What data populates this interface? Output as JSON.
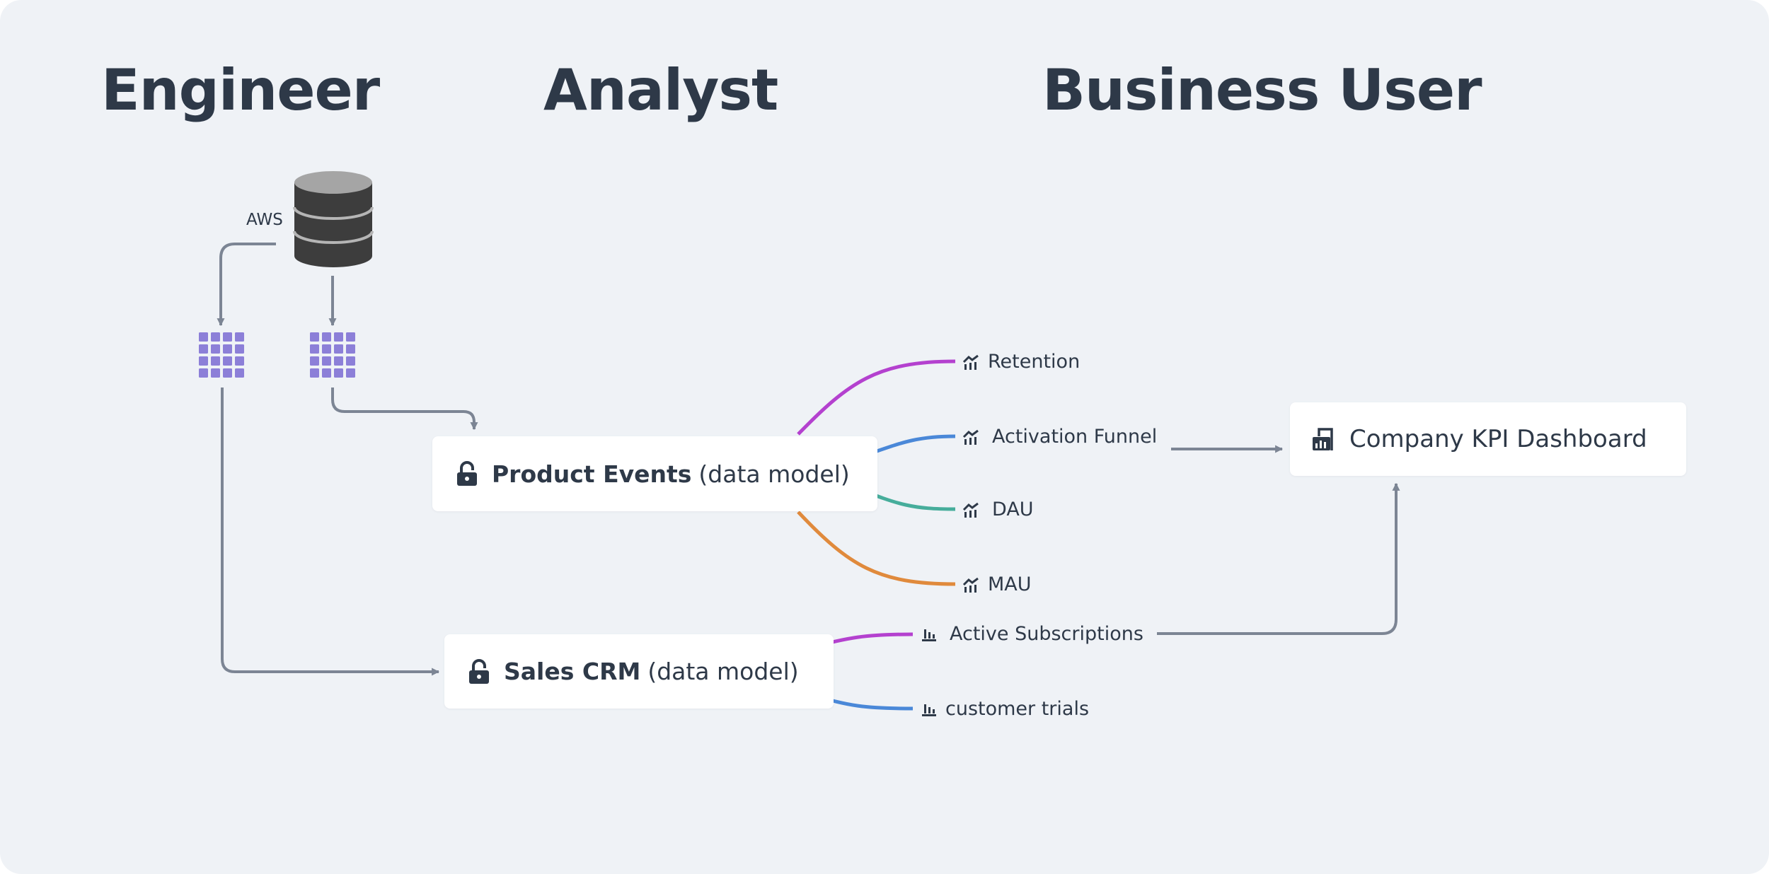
{
  "headings": {
    "engineer": "Engineer",
    "analyst": "Analyst",
    "business_user": "Business User"
  },
  "source": {
    "label": "AWS",
    "icon": "database-icon"
  },
  "tables": [
    {
      "icon": "table-grid-icon",
      "color": "#8c7fd8"
    },
    {
      "icon": "table-grid-icon",
      "color": "#8c7fd8"
    }
  ],
  "models": {
    "product_events": {
      "name": "Product Events",
      "suffix": "(data model)",
      "icon": "lock-icon"
    },
    "sales_crm": {
      "name": "Sales CRM",
      "suffix": "(data model)",
      "icon": "lock-icon"
    }
  },
  "metrics": {
    "retention": {
      "label": "Retention",
      "icon": "line-chart-icon",
      "link_color": "#b441cf"
    },
    "activation_funnel": {
      "label": "Activation Funnel",
      "icon": "line-chart-icon",
      "link_color": "#4a88d8"
    },
    "dau": {
      "label": "DAU",
      "icon": "line-chart-icon",
      "link_color": "#46ad9b"
    },
    "mau": {
      "label": "MAU",
      "icon": "line-chart-icon",
      "link_color": "#e08a3c"
    },
    "active_subscriptions": {
      "label": "Active Subscriptions",
      "icon": "bar-chart-icon",
      "link_color": "#b441cf"
    },
    "customer_trials": {
      "label": "customer trials",
      "icon": "bar-chart-icon",
      "link_color": "#4a88d8"
    }
  },
  "dashboard": {
    "label": "Company KPI Dashboard",
    "icon": "dashboard-icon"
  },
  "colors": {
    "background": "#eff2f6",
    "text": "#2e3948",
    "connector": "#7c8594",
    "card": "#ffffff"
  }
}
